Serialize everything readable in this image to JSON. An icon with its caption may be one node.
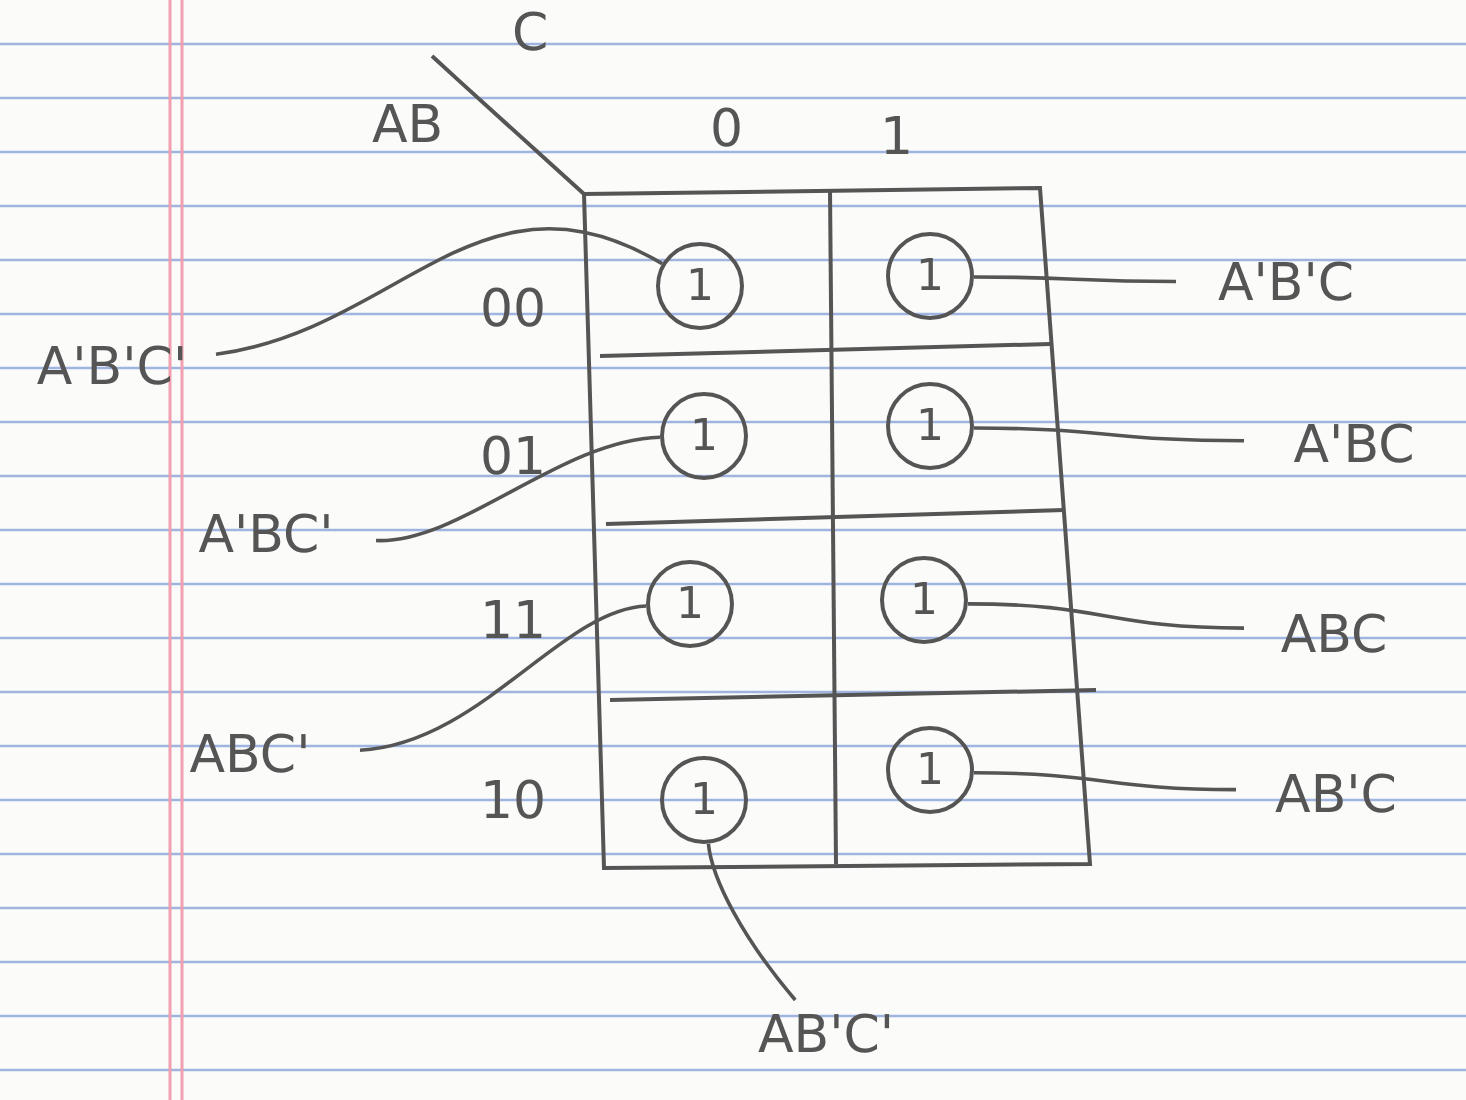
{
  "diagram": {
    "nodes": [
      {
        "text": [
          "1"
        ]
      },
      {
        "text": [
          "1"
        ]
      },
      {
        "text": [
          "1"
        ]
      },
      {
        "text": [
          "1"
        ]
      },
      {
        "text": [
          "1"
        ]
      },
      {
        "text": [
          "1"
        ]
      },
      {
        "text": [
          "1"
        ]
      },
      {
        "text": [
          "1"
        ]
      },
      {
        "text": [
          "A'B'C'"
        ]
      },
      {
        "text": [
          "A'B'C"
        ]
      },
      {
        "text": [
          "A'BC'"
        ]
      },
      {
        "text": [
          "A'BC"
        ]
      },
      {
        "text": [
          "ABC'"
        ]
      },
      {
        "text": [
          "ABC"
        ]
      },
      {
        "text": [
          "AB'C"
        ]
      },
      {
        "text": [
          "AB'C'"
        ]
      }
    ],
    "edges": [
      {
        "from": 8,
        "to": 0,
        "arrow": "none"
      },
      {
        "from": 9,
        "to": 1,
        "arrow": "none"
      },
      {
        "from": 10,
        "to": 2,
        "arrow": "none"
      },
      {
        "from": 11,
        "to": 3,
        "arrow": "none"
      },
      {
        "from": 12,
        "to": 4,
        "arrow": "none"
      },
      {
        "from": 13,
        "to": 5,
        "arrow": "none"
      },
      {
        "from": 14,
        "to": 7,
        "arrow": "none"
      },
      {
        "from": 15,
        "to": 6,
        "arrow": "none"
      }
    ],
    "labels": [
      "C",
      "AB",
      "0",
      "1",
      "00",
      "01",
      "11",
      "10"
    ]
  }
}
